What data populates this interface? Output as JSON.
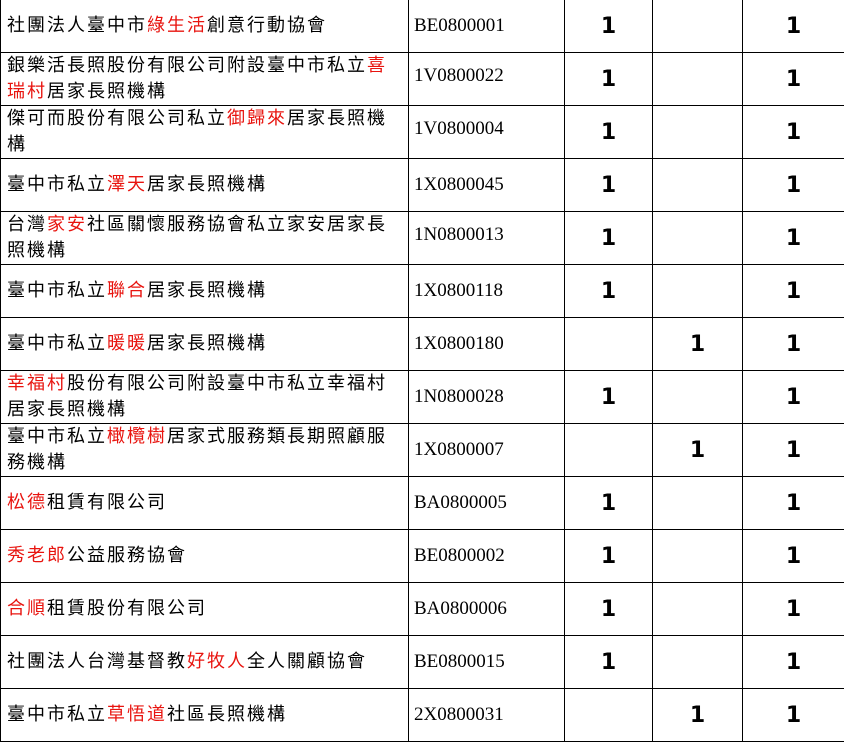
{
  "colors": {
    "text": "#000000",
    "highlight": "#e8140f",
    "border": "#000000"
  },
  "rows": [
    {
      "name": [
        "社團法人臺中市",
        "綠生活",
        "創意行動協會"
      ],
      "code": "BE0800001",
      "a": "1",
      "b": "",
      "c": "1"
    },
    {
      "name": [
        "銀樂活長照股份有限公司附設臺中市私立",
        "喜瑞村",
        "居家長照機構"
      ],
      "code": "1V0800022",
      "a": "1",
      "b": "",
      "c": "1"
    },
    {
      "name": [
        "傑可而股份有限公司私立",
        "御歸來",
        "居家長照機構"
      ],
      "code": "1V0800004",
      "a": "1",
      "b": "",
      "c": "1"
    },
    {
      "name": [
        "臺中市私立",
        "澤天",
        "居家長照機構"
      ],
      "code": "1X0800045",
      "a": "1",
      "b": "",
      "c": "1"
    },
    {
      "name": [
        "台灣",
        "家安",
        "社區關懷服務協會私立家安居家長照機構"
      ],
      "code": "1N0800013",
      "a": "1",
      "b": "",
      "c": "1"
    },
    {
      "name": [
        "臺中市私立",
        "聯合",
        "居家長照機構"
      ],
      "code": "1X0800118",
      "a": "1",
      "b": "",
      "c": "1"
    },
    {
      "name": [
        "臺中市私立",
        "暖暖",
        "居家長照機構"
      ],
      "code": "1X0800180",
      "a": "",
      "b": "1",
      "c": "1"
    },
    {
      "name": [
        "",
        "幸福村",
        "股份有限公司附設臺中市私立幸福村居家長照機構"
      ],
      "code": "1N0800028",
      "a": "1",
      "b": "",
      "c": "1"
    },
    {
      "name": [
        "臺中市私立",
        "橄欖樹",
        "居家式服務類長期照顧服務機構"
      ],
      "code": "1X0800007",
      "a": "",
      "b": "1",
      "c": "1"
    },
    {
      "name": [
        "",
        "松德",
        "租賃有限公司"
      ],
      "code": "BA0800005",
      "a": "1",
      "b": "",
      "c": "1"
    },
    {
      "name": [
        "",
        "秀老郎",
        "公益服務協會"
      ],
      "code": "BE0800002",
      "a": "1",
      "b": "",
      "c": "1"
    },
    {
      "name": [
        "",
        "合順",
        "租賃股份有限公司"
      ],
      "code": "BA0800006",
      "a": "1",
      "b": "",
      "c": "1"
    },
    {
      "name": [
        "社團法人台灣基督教",
        "好牧人",
        "全人關顧協會"
      ],
      "code": "BE0800015",
      "a": "1",
      "b": "",
      "c": "1"
    },
    {
      "name": [
        "臺中市私立",
        "草悟道",
        "社區長照機構"
      ],
      "code": "2X0800031",
      "a": "",
      "b": "1",
      "c": "1"
    }
  ]
}
